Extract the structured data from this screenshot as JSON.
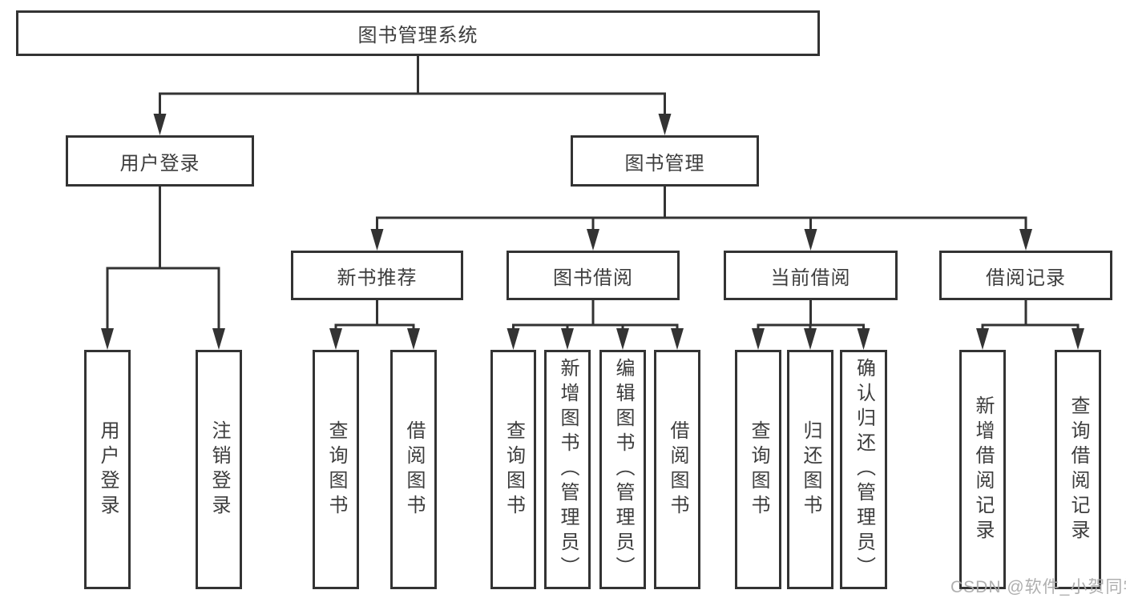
{
  "diagram": {
    "title": "图书管理系统",
    "branches": [
      {
        "label": "用户登录",
        "children": [
          {
            "label": "用户登录"
          },
          {
            "label": "注销登录"
          }
        ]
      },
      {
        "label": "图书管理",
        "children": [
          {
            "label": "新书推荐",
            "children": [
              {
                "label": "查询图书"
              },
              {
                "label": "借阅图书"
              }
            ]
          },
          {
            "label": "图书借阅",
            "children": [
              {
                "label": "查询图书"
              },
              {
                "label": "新增图书（管理员）"
              },
              {
                "label": "编辑图书（管理员）"
              },
              {
                "label": "借阅图书"
              }
            ]
          },
          {
            "label": "当前借阅",
            "children": [
              {
                "label": "查询图书"
              },
              {
                "label": "归还图书"
              },
              {
                "label": "确认归还（管理员）"
              }
            ]
          },
          {
            "label": "借阅记录",
            "children": [
              {
                "label": "新增借阅记录"
              },
              {
                "label": "查询借阅记录"
              }
            ]
          }
        ]
      }
    ]
  },
  "watermark": "CSDN @软件_小贺同学",
  "colors": {
    "line": "#333333",
    "text": "#3d3d3d",
    "box_background": "#ffffff",
    "watermark": "#ababab"
  }
}
